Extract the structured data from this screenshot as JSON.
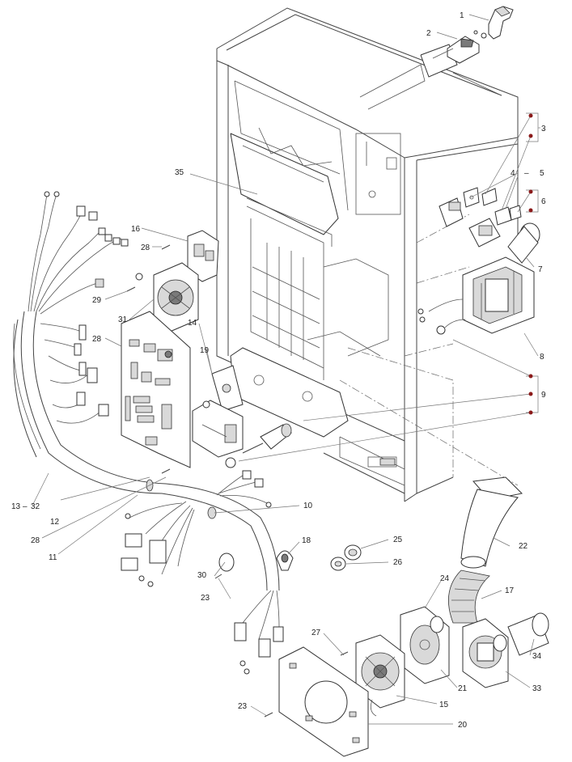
{
  "diagram": {
    "accent_color": "#8b1a1a",
    "callouts": [
      {
        "id": "c1",
        "label": "1"
      },
      {
        "id": "c2",
        "label": "2"
      },
      {
        "id": "c3",
        "label": "3"
      },
      {
        "id": "c4",
        "label": "4"
      },
      {
        "id": "c5",
        "label": "5"
      },
      {
        "id": "c6",
        "label": "6"
      },
      {
        "id": "c7",
        "label": "7"
      },
      {
        "id": "c8",
        "label": "8"
      },
      {
        "id": "c9",
        "label": "9"
      },
      {
        "id": "c10",
        "label": "10"
      },
      {
        "id": "c11",
        "label": "11"
      },
      {
        "id": "c12",
        "label": "12"
      },
      {
        "id": "c13",
        "label": "13"
      },
      {
        "id": "c32",
        "label": "32"
      },
      {
        "id": "c14",
        "label": "14"
      },
      {
        "id": "c15",
        "label": "15"
      },
      {
        "id": "c16",
        "label": "16"
      },
      {
        "id": "c17",
        "label": "17"
      },
      {
        "id": "c18",
        "label": "18"
      },
      {
        "id": "c19",
        "label": "19"
      },
      {
        "id": "c20",
        "label": "20"
      },
      {
        "id": "c21",
        "label": "21"
      },
      {
        "id": "c22",
        "label": "22"
      },
      {
        "id": "c23a",
        "label": "23"
      },
      {
        "id": "c23b",
        "label": "23"
      },
      {
        "id": "c24",
        "label": "24"
      },
      {
        "id": "c25",
        "label": "25"
      },
      {
        "id": "c26",
        "label": "26"
      },
      {
        "id": "c27",
        "label": "27"
      },
      {
        "id": "c28a",
        "label": "28"
      },
      {
        "id": "c28b",
        "label": "28"
      },
      {
        "id": "c28c",
        "label": "28"
      },
      {
        "id": "c29",
        "label": "29"
      },
      {
        "id": "c30",
        "label": "30"
      },
      {
        "id": "c31",
        "label": "31"
      },
      {
        "id": "c33",
        "label": "33"
      },
      {
        "id": "c34",
        "label": "34"
      },
      {
        "id": "c35",
        "label": "35"
      }
    ],
    "separators": {
      "dash_13_32": "–",
      "dash_4_5": "–"
    }
  }
}
